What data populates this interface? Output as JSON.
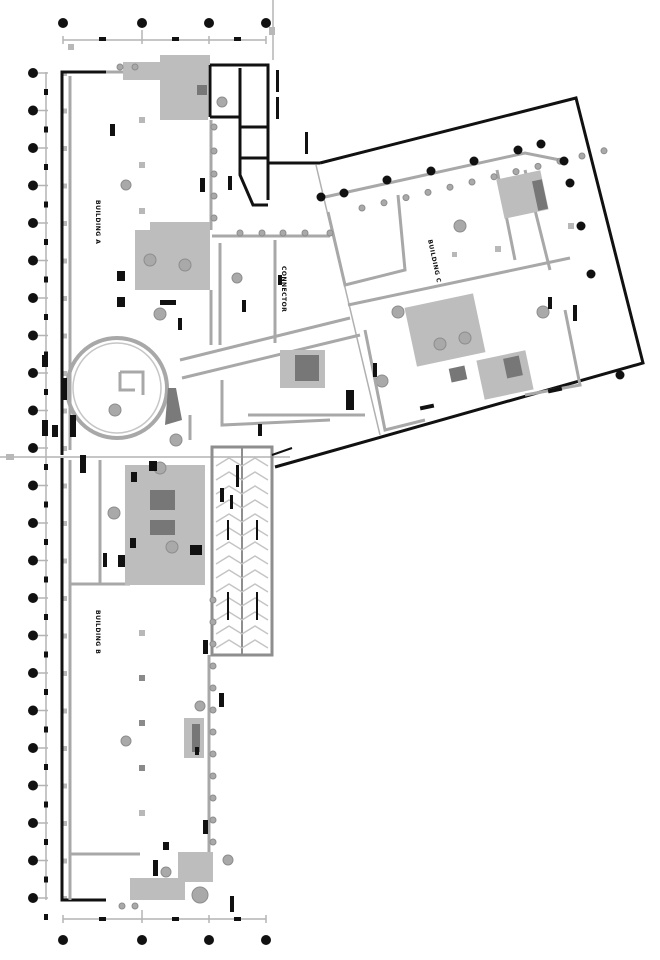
{
  "drawing": {
    "type": "architectural floor plan",
    "colors": {
      "heavy_wall": "#111111",
      "light_wall": "#a8a8a8",
      "column": "#a9a9a9",
      "core_dark": "#777777",
      "background": "#ffffff"
    }
  },
  "labels": {
    "building_a": "BUILDING A",
    "building_b": "BUILDING B",
    "building_c": "BUILDING C",
    "connector": "CONNECTOR"
  },
  "grid": {
    "top_bubbles": 4,
    "bottom_bubbles": 4,
    "left_bubbles": 23
  }
}
